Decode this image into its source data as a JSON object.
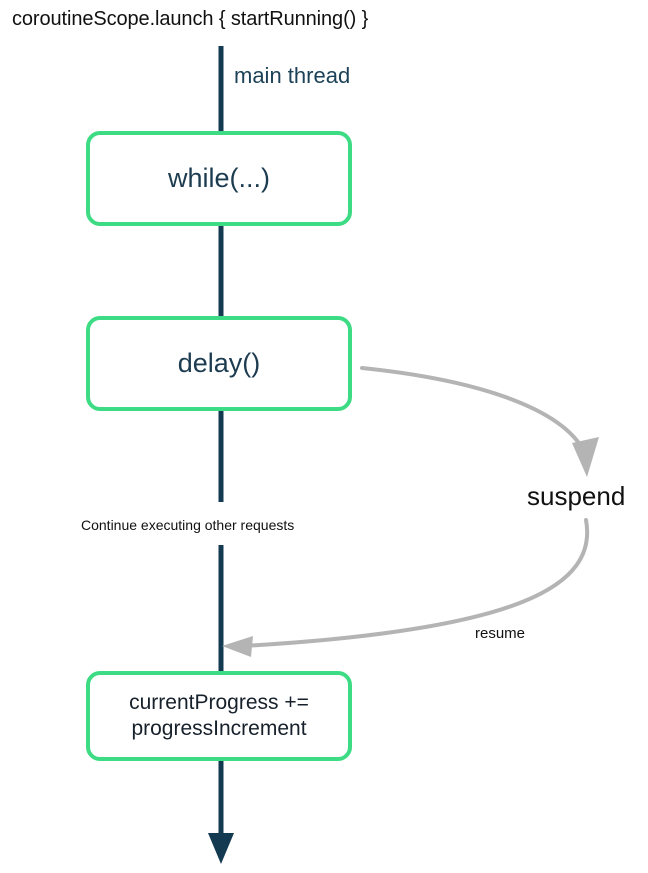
{
  "diagram": {
    "title": "coroutineScope.launch { startRunning() }",
    "thread_label": "main thread",
    "continue_label": "Continue executing other requests",
    "suspend_label": "suspend",
    "resume_label": "resume",
    "boxes": [
      {
        "id": "while",
        "label": "while(...)"
      },
      {
        "id": "delay",
        "label": "delay()"
      },
      {
        "id": "progress",
        "label": "currentProgress +=\nprogressIncrement"
      }
    ],
    "colors": {
      "box_border": "#3ddc84",
      "box_fill": "#ffffff",
      "thread_line": "#143a52",
      "box_text": "#1d3c50",
      "progress_text": "#17212b",
      "suspend_arrow": "#b4b4b4",
      "title_text": "#111111",
      "background": "#ffffff"
    },
    "icons": {
      "thread_arrow": "arrow-down-icon",
      "suspend_arrow": "curved-arrow-right-down-icon",
      "resume_arrow": "curved-arrow-left-icon"
    }
  }
}
